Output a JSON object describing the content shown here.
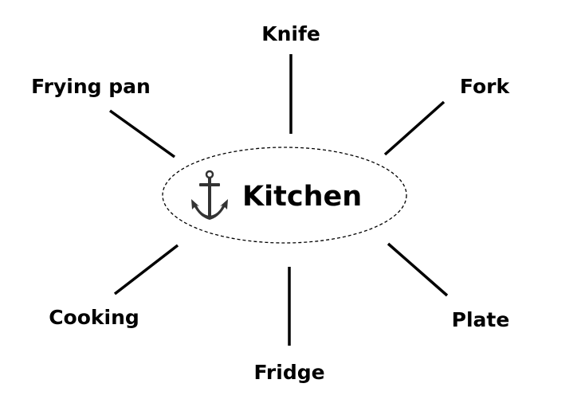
{
  "center": {
    "label": "Kitchen",
    "icon": "anchor-icon"
  },
  "nodes": [
    {
      "id": "knife",
      "label": "Knife"
    },
    {
      "id": "fork",
      "label": "Fork"
    },
    {
      "id": "frying-pan",
      "label": "Frying pan"
    },
    {
      "id": "cooking",
      "label": "Cooking"
    },
    {
      "id": "plate",
      "label": "Plate"
    },
    {
      "id": "fridge",
      "label": "Fridge"
    }
  ],
  "colors": {
    "ink": "#000000",
    "icon": "#333333",
    "background": "#ffffff"
  }
}
